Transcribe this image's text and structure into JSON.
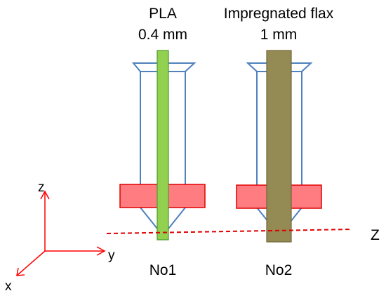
{
  "nozzles": [
    {
      "id": "No1",
      "material": "PLA",
      "diameter": "0.4 mm",
      "filament_color": "#92d050",
      "filament_border": "#4e9a2a"
    },
    {
      "id": "No2",
      "material": "Impregnated flax",
      "diameter": "1 mm",
      "filament_color": "#948a54",
      "filament_border": "#6f6636"
    }
  ],
  "nozzle_outline_color": "#4f81bd",
  "heater_block_color": "#ff7c80",
  "heater_block_border": "#e00000",
  "z_plane": {
    "label": "Z",
    "color": "#e00000"
  },
  "axes": {
    "color": "#ff0000",
    "x_label": "x",
    "y_label": "y",
    "z_label": "z"
  }
}
